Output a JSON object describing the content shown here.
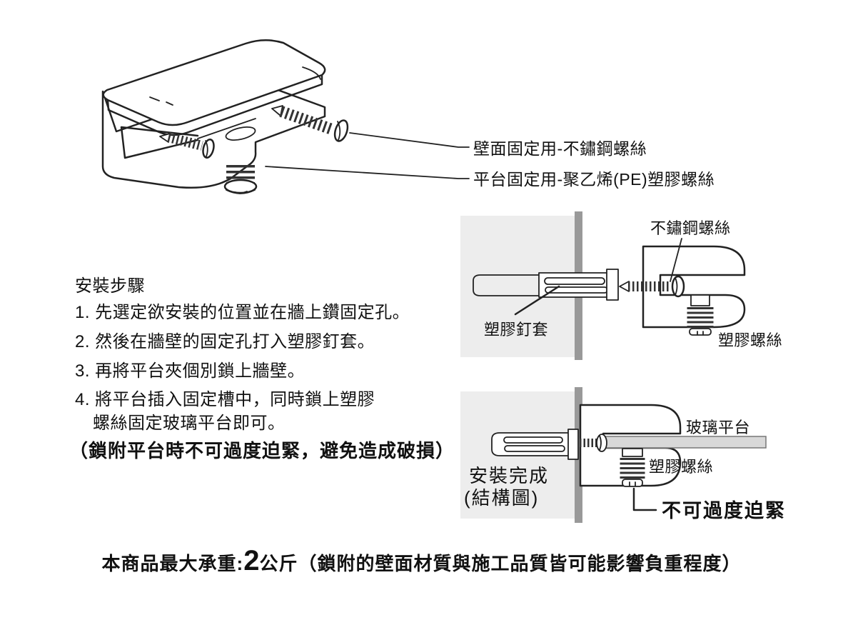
{
  "colors": {
    "line": "#222222",
    "wall_fill": "#ededed",
    "wall_edge": "#999999",
    "anchor_tip": "#cccccc",
    "glass_fill": "#d8d8d8",
    "text": "#111111"
  },
  "callouts": {
    "wall_screw": "壁面固定用-不鏽鋼螺絲",
    "platform_screw": "平台固定用-聚乙烯(PE)塑膠螺絲"
  },
  "steps": {
    "title": "安裝步驟",
    "s1": "1. 先選定欲安裝的位置並在牆上鑽固定孔。",
    "s2": "2. 然後在牆壁的固定孔打入塑膠釘套。",
    "s3": "3. 再將平台夾個別鎖上牆壁。",
    "s4a": "4. 將平台插入固定槽中，同時鎖上塑膠",
    "s4b": "螺絲固定玻璃平台即可。",
    "caution": "（鎖附平台時不可過度迫緊，避免造成破損）"
  },
  "diagram1": {
    "stainless_screw_label": "不鏽鋼螺絲",
    "plastic_anchor_label": "塑膠釘套",
    "plastic_screw_label": "塑膠螺絲"
  },
  "diagram2": {
    "glass_platform_label": "玻璃平台",
    "plastic_screw_label": "塑膠螺絲",
    "complete_line1": "安裝完成",
    "complete_line2": "(結構圖)",
    "caution": "不可過度迫緊"
  },
  "footer": {
    "prefix": "本商品最大承重:",
    "weight": "2",
    "suffix": "公斤（鎖附的壁面材質與施工品質皆可能影響負重程度）"
  }
}
